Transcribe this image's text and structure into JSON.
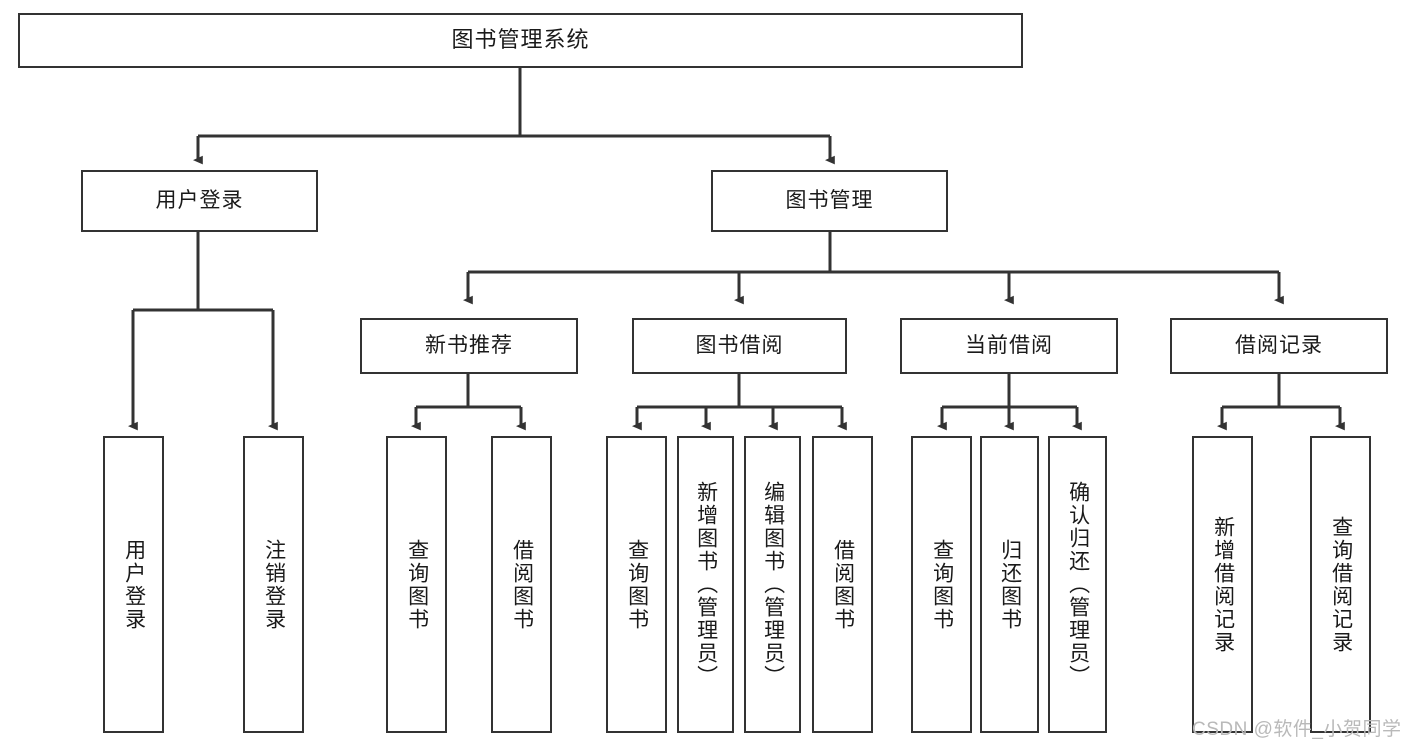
{
  "diagram": {
    "title": "图书管理系统",
    "type": "tree-hierarchy-diagram",
    "colors": {
      "border": "#333333",
      "background": "#ffffff",
      "text": "#1a1a1a",
      "watermark": "#b9b9b9"
    },
    "nodes": {
      "root": {
        "label": "图书管理系统"
      },
      "level2": [
        {
          "id": "user-login",
          "label": "用户登录"
        },
        {
          "id": "book-manage",
          "label": "图书管理"
        }
      ],
      "level3": [
        {
          "id": "new-book-recommend",
          "label": "新书推荐"
        },
        {
          "id": "book-borrow",
          "label": "图书借阅"
        },
        {
          "id": "current-borrow",
          "label": "当前借阅"
        },
        {
          "id": "borrow-record",
          "label": "借阅记录"
        }
      ],
      "leaves": {
        "user-login": [
          {
            "id": "leaf-user-login",
            "label": "用户登录"
          },
          {
            "id": "leaf-logout",
            "label": "注销登录"
          }
        ],
        "new-book-recommend": [
          {
            "id": "leaf-query-book-1",
            "label": "查询图书"
          },
          {
            "id": "leaf-borrow-book-1",
            "label": "借阅图书"
          }
        ],
        "book-borrow": [
          {
            "id": "leaf-query-book-2",
            "label": "查询图书"
          },
          {
            "id": "leaf-add-book",
            "label": "新增图书（管理员）"
          },
          {
            "id": "leaf-edit-book",
            "label": "编辑图书（管理员）"
          },
          {
            "id": "leaf-borrow-book-2",
            "label": "借阅图书"
          }
        ],
        "current-borrow": [
          {
            "id": "leaf-query-book-3",
            "label": "查询图书"
          },
          {
            "id": "leaf-return-book",
            "label": "归还图书"
          },
          {
            "id": "leaf-confirm-return",
            "label": "确认归还（管理员）"
          }
        ],
        "borrow-record": [
          {
            "id": "leaf-add-record",
            "label": "新增借阅记录"
          },
          {
            "id": "leaf-query-record",
            "label": "查询借阅记录"
          }
        ]
      }
    },
    "watermark": "CSDN @软件_小贺同学"
  }
}
